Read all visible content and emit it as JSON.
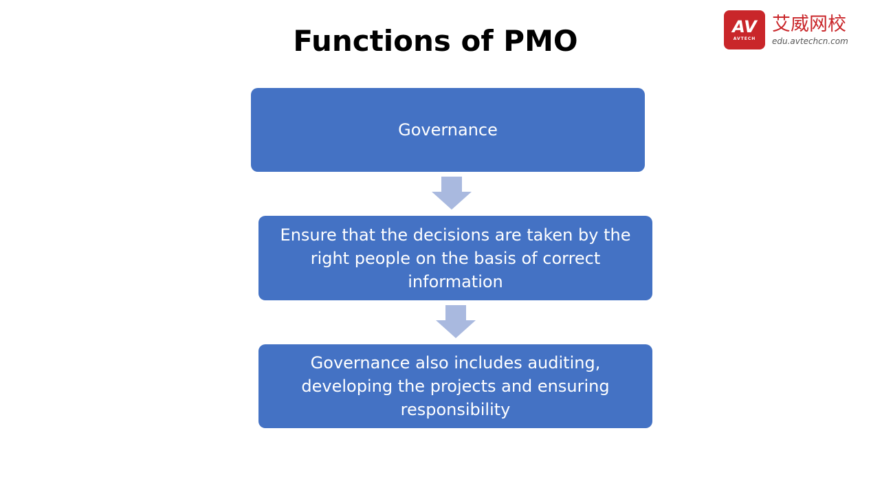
{
  "title": "Functions of PMO",
  "logo": {
    "badge_text": "AV",
    "badge_sub": "AVTECH",
    "name_cn": "艾威网校",
    "url": "edu.avtechcn.com"
  },
  "flow": {
    "steps": [
      {
        "text": "Governance"
      },
      {
        "text": "Ensure that the decisions are taken by the right people on the basis of correct information"
      },
      {
        "text": "Governance also includes auditing, developing the projects and ensuring responsibility"
      }
    ]
  },
  "colors": {
    "box_fill": "#4472c4",
    "arrow_fill": "#a9b9df",
    "brand_red": "#c9262a"
  }
}
